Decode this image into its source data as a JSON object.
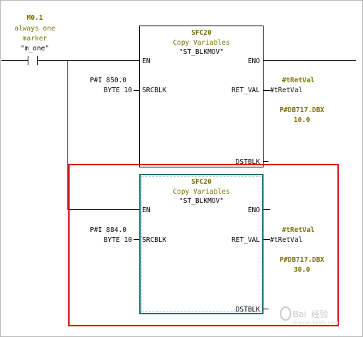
{
  "contact": {
    "address": "M0.1",
    "comment_line1": "always one",
    "comment_line2": "marker",
    "symbol": "\"m_one\""
  },
  "blocks": [
    {
      "name": "SFC20",
      "description": "Copy Variables",
      "symbol": "\"ST_BLKMOV\"",
      "pin_en": "EN",
      "pin_eno": "ENO",
      "pin_srcblk": "SRCBLK",
      "pin_ret_val": "RET_VAL",
      "pin_dstblk": "DSTBLK",
      "src_operand_line1": "P#I 850.0",
      "src_operand_line2": "BYTE 10",
      "ret_val_operand": "#tRetVal",
      "ret_val_label": "#tRetVal",
      "dst_operand_line1": "P#DB717.DBX",
      "dst_operand_line2": "10.0"
    },
    {
      "name": "SFC20",
      "description": "Copy Variables",
      "symbol": "\"ST_BLKMOV\"",
      "pin_en": "EN",
      "pin_eno": "ENO",
      "pin_srcblk": "SRCBLK",
      "pin_ret_val": "RET_VAL",
      "pin_dstblk": "DSTBLK",
      "src_operand_line1": "P#I 884.0",
      "src_operand_line2": "BYTE 10",
      "ret_val_operand": "#tRetVal",
      "ret_val_label": "#tRetVal",
      "dst_operand_line1": "P#DB717.DBX",
      "dst_operand_line2": "30.0"
    }
  ],
  "highlight_color": "#d11818",
  "selection_color": "#1d6f79",
  "watermark": "Bai 经验"
}
